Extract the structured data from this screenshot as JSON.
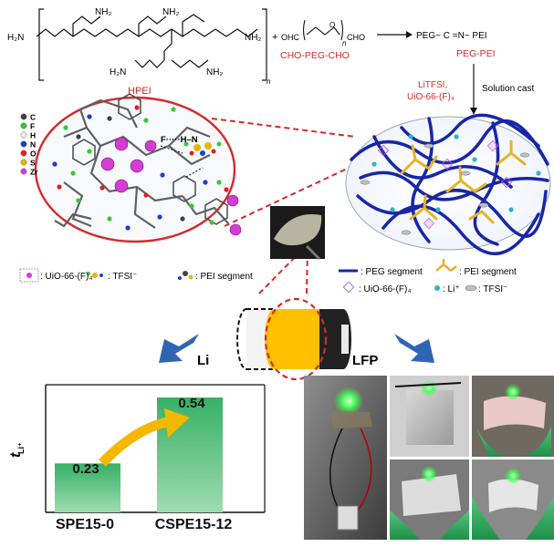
{
  "reaction": {
    "hpei_label": "HPEI",
    "peg_label": "CHO-PEG-CHO",
    "product_label": "PEG-PEI",
    "product_formula": "PEG~ C =N~ PEI",
    "plus": "+",
    "n": "n",
    "amine_nh2": "NH₂",
    "amine_h2n": "H₂N",
    "amine_nh": "N",
    "ohc": "OHC",
    "cho": "CHO",
    "oxygen": "O"
  },
  "step": {
    "reagent_line1": "LiTFSI,",
    "reagent_line2": "UiO-66-(F)₄",
    "method": "Solution cast"
  },
  "elements_legend": [
    {
      "symbol": "C",
      "color": "#404040"
    },
    {
      "symbol": "F",
      "color": "#37c837"
    },
    {
      "symbol": "H",
      "color": "#f0f0f0"
    },
    {
      "symbol": "N",
      "color": "#1f3bd6"
    },
    {
      "symbol": "O",
      "color": "#e02020"
    },
    {
      "symbol": "S",
      "color": "#e8b400"
    },
    {
      "symbol": "Zr",
      "color": "#d43cd4"
    }
  ],
  "molecule": {
    "hbond_label": "F·····H–N"
  },
  "left_legend": [
    {
      "label": ": UiO-66-(F)₄"
    },
    {
      "label": ": TFSI⁻"
    },
    {
      "label": ": PEI segment"
    }
  ],
  "right_legend": {
    "row1": [
      {
        "label": ": PEG segment"
      },
      {
        "label": ": PEI segment"
      }
    ],
    "row2": [
      {
        "label": ": UiO-66-(F)₄"
      },
      {
        "label": ": Li⁺"
      },
      {
        "label": ": TFSI⁻"
      }
    ]
  },
  "battery": {
    "anode_label": "Li",
    "cathode_label": "LFP"
  },
  "chart_data": {
    "type": "bar",
    "categories": [
      "SPE15-0",
      "CSPE15-12"
    ],
    "values": [
      0.23,
      0.54
    ],
    "value_labels": [
      "0.23",
      "0.54"
    ],
    "ylabel": "t",
    "ylabel_sub": "Li⁺",
    "ylim": [
      0,
      0.6
    ],
    "grid": false,
    "bar_color": "#3fb56b"
  },
  "colors": {
    "red": "#d42a2a",
    "peg_blue": "#1726a8",
    "pei_yellow": "#e6b422",
    "arrow_blue": "#2f66b3",
    "arrow_orange": "#f5b800",
    "battery_yellow": "#ffc000"
  }
}
